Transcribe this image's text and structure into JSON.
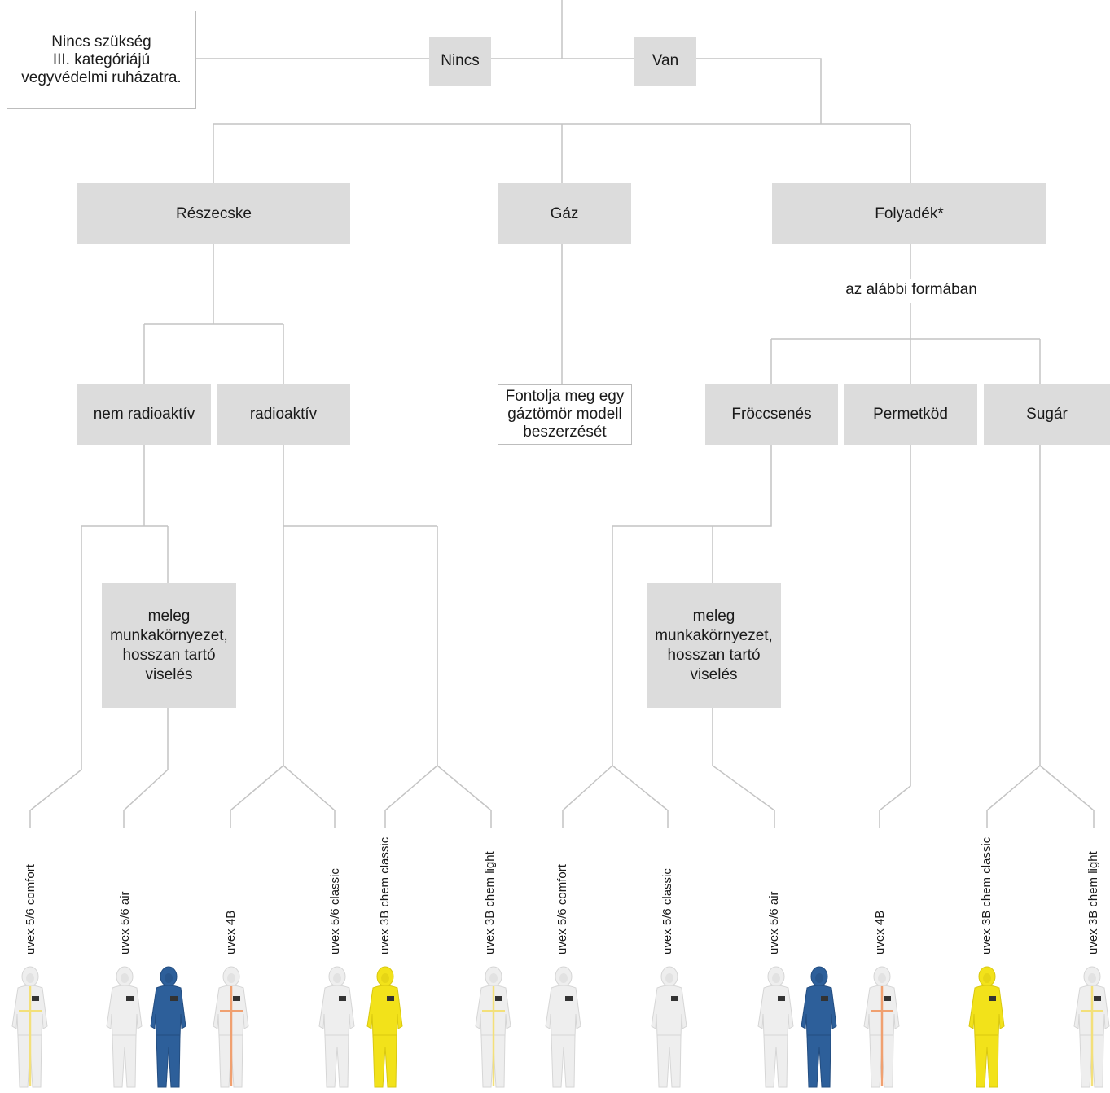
{
  "nodes": {
    "no_need": "Nincs szükség\nIII. kategóriájú\nvegyvédelmi ruházatra.",
    "nincs": "Nincs",
    "van": "Van",
    "reszecske": "Részecske",
    "gaz": "Gáz",
    "folyadek": "Folyadék*",
    "folyadek_caption": "az alábbi formában",
    "nem_radioaktiv": "nem radioaktív",
    "radioaktiv": "radioaktív",
    "gaztomor": "Fontolja meg egy\ngáztömör modell\nbeszerzését",
    "froccsenes": "Fröccsenés",
    "permetkod": "Permetköd",
    "sugar": "Sugár",
    "meleg_1": "meleg\nmunkakörnyezet,\nhosszan tartó\nviselés",
    "meleg_2": "meleg\nmunkakörnyezet,\nhosszan tartó\nviselés"
  },
  "products": [
    {
      "label": "uvex 5/6 comfort",
      "suits": [
        "white-yellow"
      ]
    },
    {
      "label": "uvex 5/6 air",
      "suits": [
        "white",
        "blue"
      ]
    },
    {
      "label": "uvex 4B",
      "suits": [
        "white-orange"
      ]
    },
    {
      "label": "uvex 5/6 classic",
      "suits": [
        "white"
      ]
    },
    {
      "label": "uvex 3B chem classic",
      "suits": [
        "yellow"
      ]
    },
    {
      "label": "uvex 3B chem light",
      "suits": [
        "white-yellow"
      ]
    },
    {
      "label": "uvex 5/6 comfort",
      "suits": [
        "white"
      ]
    },
    {
      "label": "uvex 5/6 classic",
      "suits": [
        "white"
      ]
    },
    {
      "label": "uvex 5/6 air",
      "suits": [
        "white",
        "blue"
      ]
    },
    {
      "label": "uvex 4B",
      "suits": [
        "white-orange"
      ]
    },
    {
      "label": "uvex 3B chem classic",
      "suits": [
        "yellow"
      ]
    },
    {
      "label": "uvex 3B chem light",
      "suits": [
        "white-yellow"
      ]
    }
  ],
  "colors": {
    "box": "#dcdcdc",
    "line": "#c4c4c4",
    "suit_white": "#eeeeee",
    "suit_blue": "#2d5f9a",
    "suit_yellow": "#f2e21a",
    "stripe_orange": "#f0a070",
    "stripe_yellow": "#f3e07a"
  }
}
